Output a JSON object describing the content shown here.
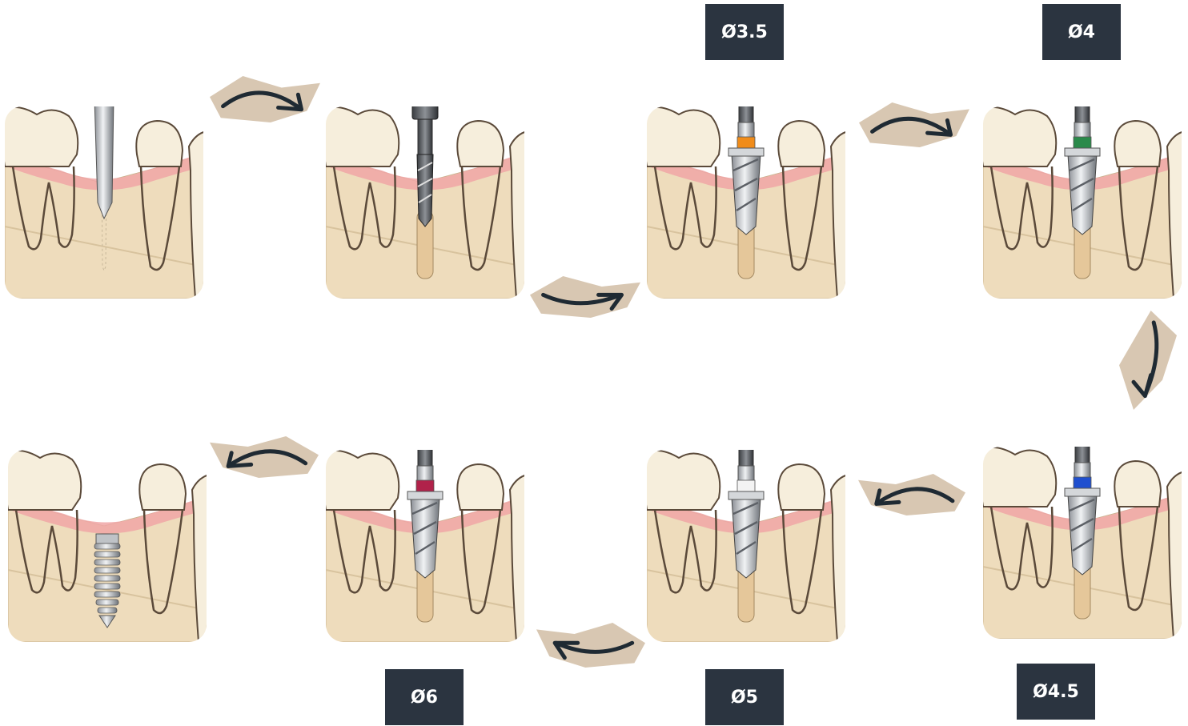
{
  "badges": {
    "step3": "Ø3.5",
    "step4": "Ø4",
    "step5": "Ø4.5",
    "step6": "Ø5",
    "step7": "Ø6"
  },
  "colors": {
    "badge_bg": "#2b3440",
    "arrow_bg": "#d8c7b2",
    "arrow_stroke": "#1f2a33",
    "bone": "#eedcbc",
    "gum": "#f0a6a6",
    "tooth": "#f6eedc",
    "collar_orange": "#f08c1a",
    "collar_green": "#2a8a4a",
    "collar_blue": "#1f4fcf",
    "collar_white": "#f3f3f3",
    "collar_red": "#b0224a"
  },
  "steps": [
    {
      "tool": "pilot-blade",
      "collar": null
    },
    {
      "tool": "pilot-drill",
      "collar": null
    },
    {
      "tool": "drill",
      "collar": "collar_orange"
    },
    {
      "tool": "drill",
      "collar": "collar_green"
    },
    {
      "tool": "drill",
      "collar": "collar_blue"
    },
    {
      "tool": "drill",
      "collar": "collar_white"
    },
    {
      "tool": "drill",
      "collar": "collar_red"
    },
    {
      "tool": "implant",
      "collar": null
    }
  ]
}
